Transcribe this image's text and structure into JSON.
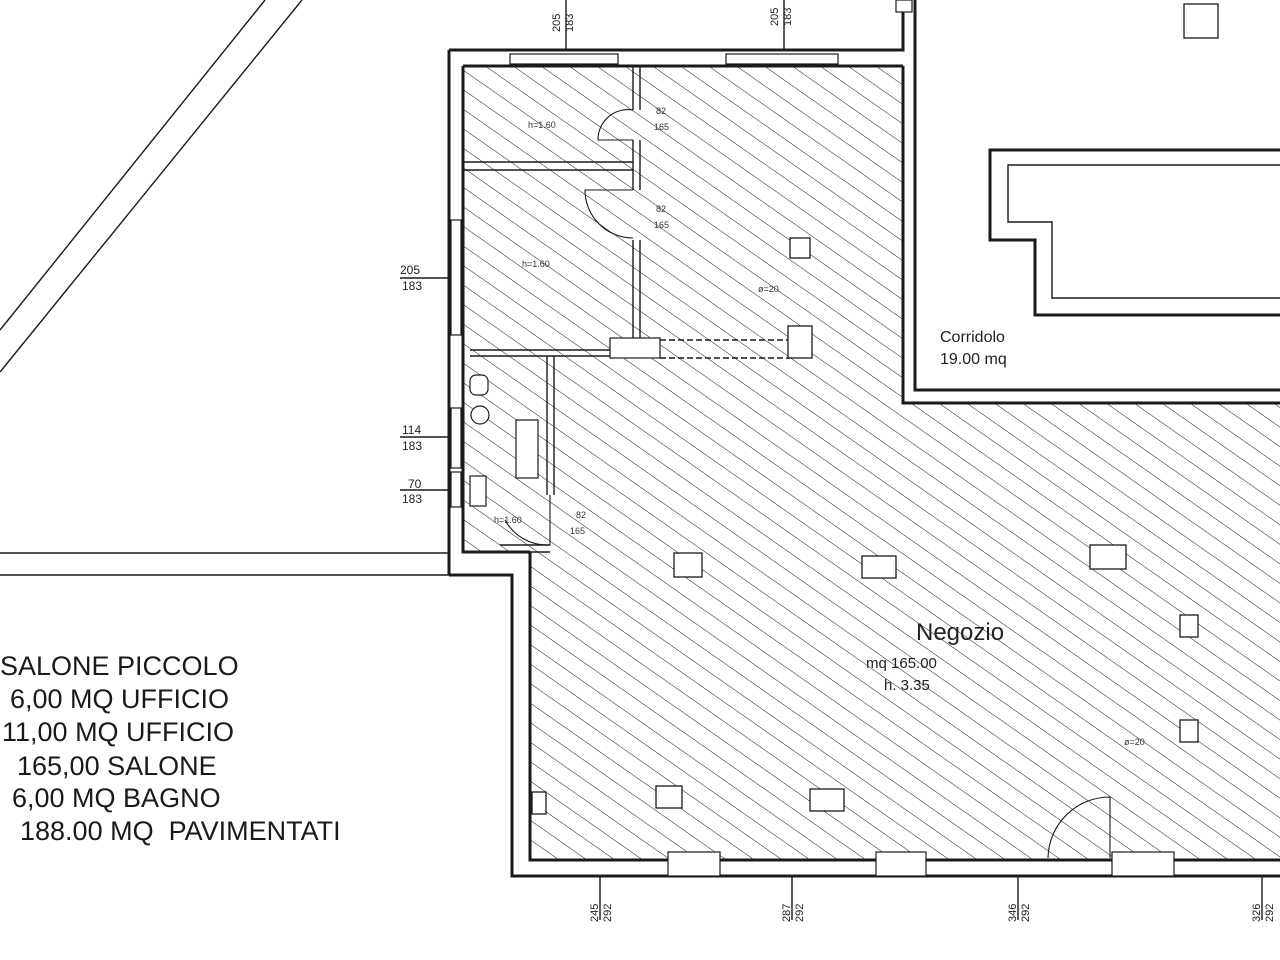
{
  "colors": {
    "ink": "#1a1a1a",
    "paper": "#ffffff"
  },
  "rooms": {
    "negozio": {
      "name": "Negozio",
      "area": "mq 165.00",
      "height": "h. 3.35"
    },
    "corridoio": {
      "name": "Corridolo",
      "area": "19.00 mq"
    },
    "small_labels": [
      "h=1.60",
      "h=1.60",
      "h=1.60"
    ]
  },
  "annotations": {
    "diam_1": "ø=20",
    "diam_2": "ø=20"
  },
  "dimensions": {
    "top_1": [
      "205",
      "183"
    ],
    "top_2": [
      "205",
      "183"
    ],
    "left_1": [
      "205",
      "183"
    ],
    "left_2": [
      "114",
      "183"
    ],
    "left_3": [
      "70",
      "183"
    ],
    "door_1": [
      "82",
      "165"
    ],
    "door_2": [
      "82",
      "165"
    ],
    "door_3": [
      "82",
      "165"
    ],
    "bottom_1": [
      "245",
      "292"
    ],
    "bottom_2": [
      "287",
      "292"
    ],
    "bottom_3": [
      "346",
      "292"
    ],
    "bottom_4": [
      "326",
      "292"
    ]
  },
  "legend": [
    "SALONE PICCOLO",
    "6,00 MQ UFFICIO",
    "11,00 MQ UFFICIO",
    "165,00 SALONE",
    "6,00 MQ BAGNO",
    "188.00 MQ  PAVIMENTATI"
  ]
}
